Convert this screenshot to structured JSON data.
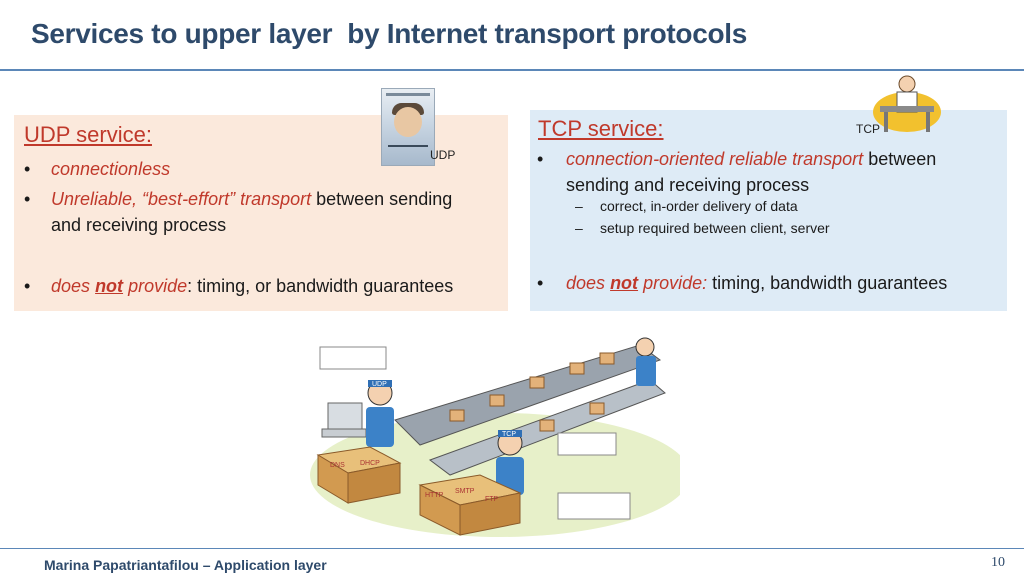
{
  "title": "Services to upper layer  by Internet transport protocols",
  "udp": {
    "heading": "UDP service:",
    "b1": "connectionless",
    "b2_red": "Unreliable, “best-effort” transport",
    "b2_rest": "between sending",
    "b2_line2": "and receiving process",
    "b3_a": "does",
    "b3_b": "not",
    "b3_c": "provide",
    "b3_rest": ": timing, or bandwidth guarantees",
    "image_label": "UDP"
  },
  "tcp": {
    "heading": "TCP service:",
    "b1_red": "connection-oriented reliable transport",
    "b1_rest": "between",
    "b1_line2": "sending and receiving process",
    "sub1": "correct, in-order delivery of data",
    "sub2": "setup required between client, server",
    "b2_a": "does",
    "b2_b": "not",
    "b2_c": "provide:",
    "b2_rest": "timing,  bandwidth guarantees",
    "image_label": "TCP"
  },
  "bullet_char": "•",
  "dash_char": "–",
  "illustration": {
    "udp_tag": "UDP",
    "tcp_tag": "TCP",
    "box_labels": [
      "DNS",
      "DHCP",
      "HTTP",
      "SMTP",
      "FTP"
    ]
  },
  "footer": "Marina Papatriantafilou –  Application layer",
  "page_number": "10",
  "colors": {
    "accent_red": "#c0392b",
    "title_blue": "#2e4a6b",
    "udp_bg": "#fbe9dc",
    "tcp_bg": "#deebf6"
  }
}
